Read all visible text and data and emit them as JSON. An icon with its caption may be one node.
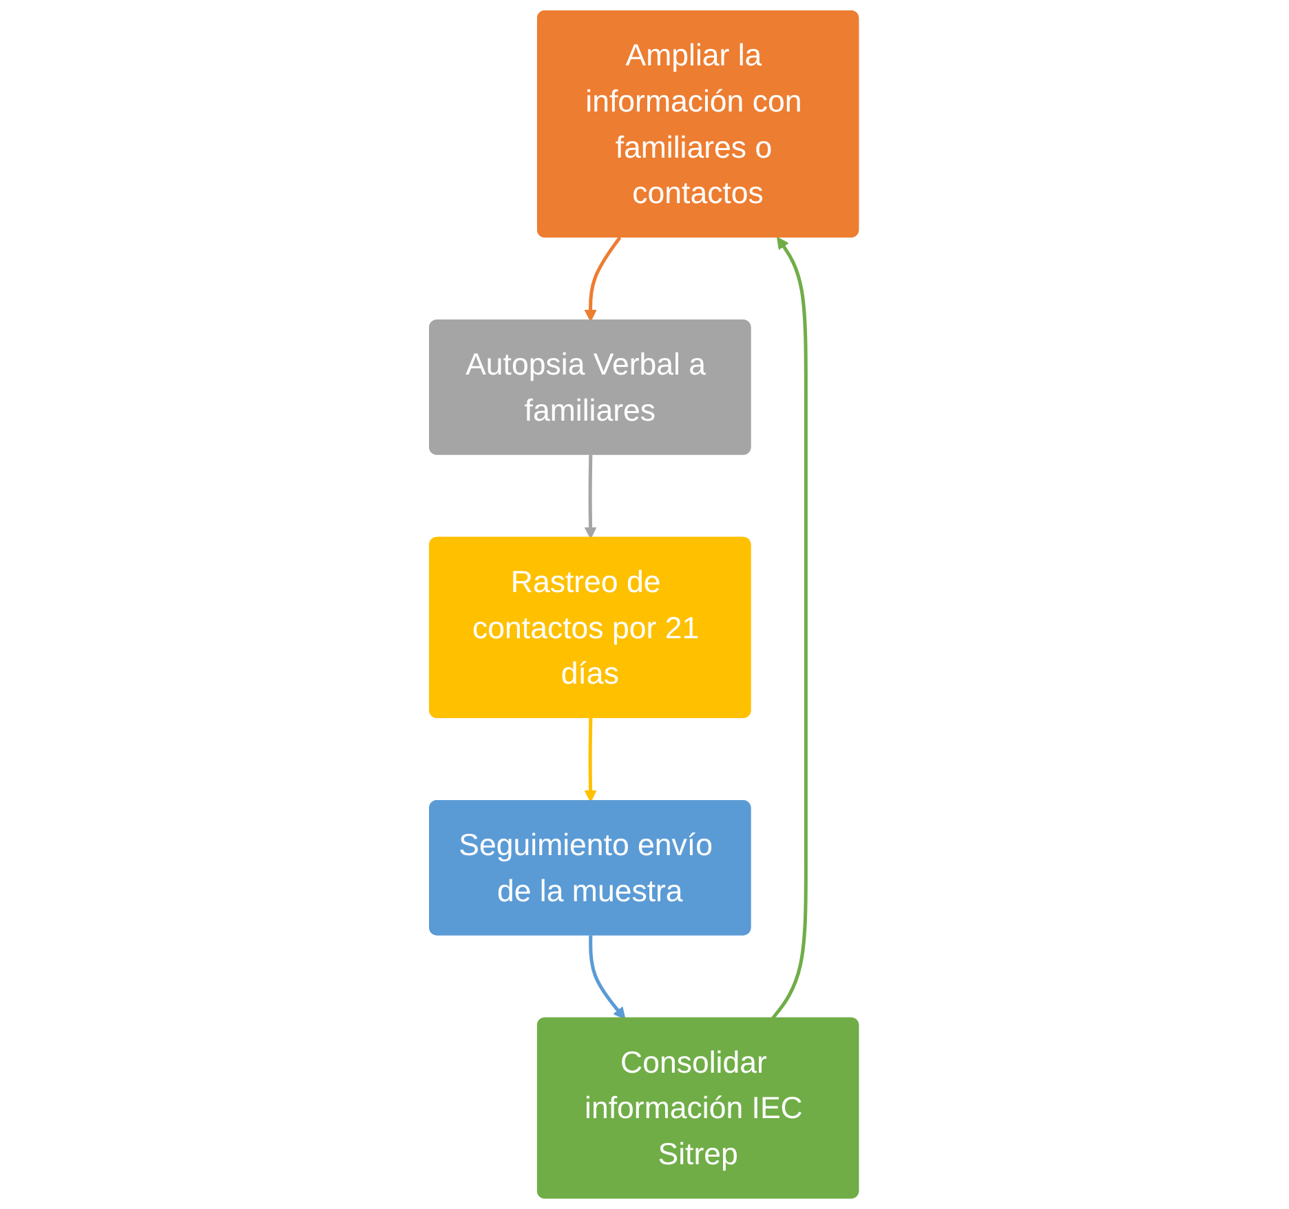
{
  "diagram": {
    "nodes": [
      {
        "text": [
          "Ampliar la información con familiares o contactos"
        ]
      },
      {
        "text": [
          "Autopsia Verbal a familiares"
        ]
      },
      {
        "text": [
          "Rastreo de contactos por 21 días"
        ]
      },
      {
        "text": [
          "Seguimiento envío de la muestra"
        ]
      },
      {
        "text": [
          "Consolidar información IEC Sitrep"
        ]
      }
    ],
    "edges": [
      {
        "from": 0,
        "to": 1,
        "arrow": "to",
        "color": "#ed7d31"
      },
      {
        "from": 1,
        "to": 2,
        "arrow": "to",
        "color": "#a5a5a5"
      },
      {
        "from": 2,
        "to": 3,
        "arrow": "to",
        "color": "#ffc000"
      },
      {
        "from": 3,
        "to": 4,
        "arrow": "to",
        "color": "#5b9bd5"
      },
      {
        "from": 4,
        "to": 0,
        "arrow": "to",
        "color": "#70ad47"
      }
    ]
  }
}
